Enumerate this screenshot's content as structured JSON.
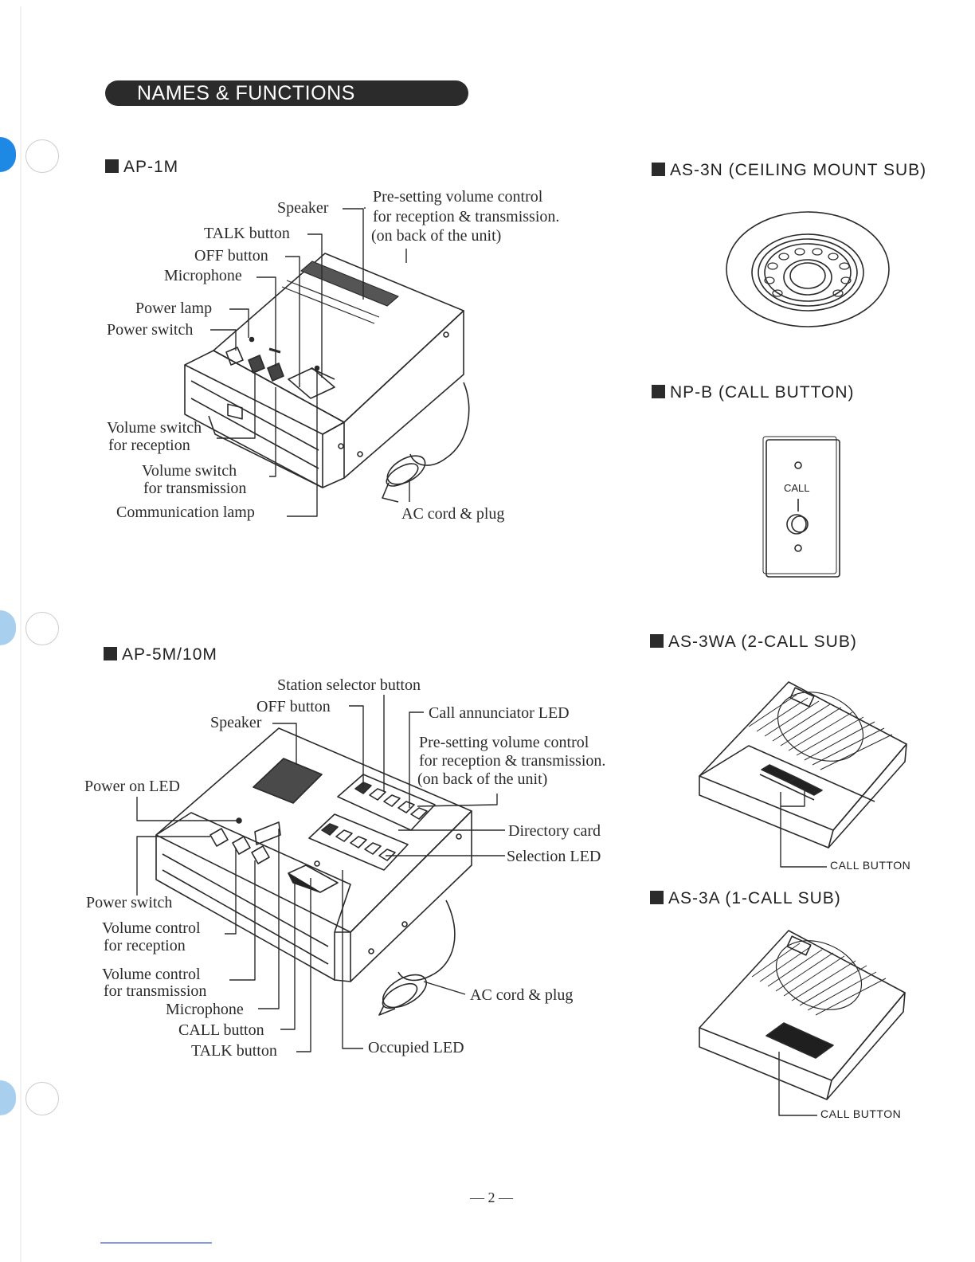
{
  "header": {
    "title": "NAMES & FUNCTIONS"
  },
  "ap1m": {
    "title": "AP-1M",
    "labels": {
      "speaker": "Speaker",
      "presetting_1": "Pre-setting volume control",
      "presetting_2": "for reception & transmission.",
      "presetting_3": "(on back of the unit)",
      "talk_button": "TALK button",
      "off_button": "OFF button",
      "microphone": "Microphone",
      "power_lamp": "Power lamp",
      "power_switch": "Power switch",
      "vol_rec_1": "Volume switch",
      "vol_rec_2": "for reception",
      "vol_tx_1": "Volume switch",
      "vol_tx_2": "for transmission",
      "comm_lamp": "Communication lamp",
      "ac_cord": "AC cord & plug"
    }
  },
  "ap5m": {
    "title": "AP-5M/10M",
    "labels": {
      "station_selector": "Station selector button",
      "off_button": "OFF button",
      "speaker": "Speaker",
      "call_annunciator": "Call annunciator LED",
      "presetting_1": "Pre-setting volume control",
      "presetting_2": "for reception & transmission.",
      "presetting_3": "(on back of the unit)",
      "power_on_led": "Power on LED",
      "directory_card": "Directory card",
      "selection_led": "Selection LED",
      "power_switch": "Power switch",
      "vol_rec_1": "Volume control",
      "vol_rec_2": "for reception",
      "vol_tx_1": "Volume control",
      "vol_tx_2": "for transmission",
      "microphone": "Microphone",
      "call_button": "CALL button",
      "talk_button": "TALK button",
      "occupied_led": "Occupied LED",
      "ac_cord": "AC cord & plug"
    }
  },
  "as3n": {
    "title": "AS-3N (CEILING MOUNT SUB)"
  },
  "npb": {
    "title": "NP-B (CALL BUTTON)",
    "plate_label": "CALL"
  },
  "as3wa": {
    "title": "AS-3WA (2-CALL SUB)",
    "callout": "CALL BUTTON"
  },
  "as3a": {
    "title": "AS-3A (1-CALL SUB)",
    "callout": "CALL BUTTON"
  },
  "footer": {
    "page_number": "— 2 —"
  },
  "colors": {
    "ink": "#2a2a2a",
    "banner": "#2b2b2b",
    "tab_blue": "#1e88e5"
  }
}
